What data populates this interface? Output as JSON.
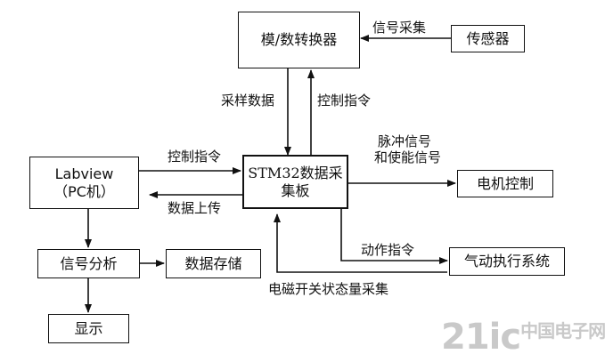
{
  "nodes": {
    "adc": "模/数转换器",
    "sensor": "传感器",
    "labview_line1": "Labview",
    "labview_line2": "（PC机）",
    "stm32_line1": "STM32数据采",
    "stm32_line2": "集板",
    "motor": "电机控制",
    "pneumatic": "气动执行系统",
    "analysis": "信号分析",
    "storage": "数据存储",
    "display": "显示"
  },
  "edges": {
    "signal_acquisition": "信号采集",
    "sampled_data": "采样数据",
    "control_cmd_adc": "控制指令",
    "control_cmd_pc": "控制指令",
    "data_upload": "数据上传",
    "pulse_line1": "脉冲信号",
    "pulse_line2": "和使能信号",
    "action_cmd": "动作指令",
    "solenoid_switch": "电磁开关状态量采集"
  },
  "watermark": "21ic中国电子网"
}
